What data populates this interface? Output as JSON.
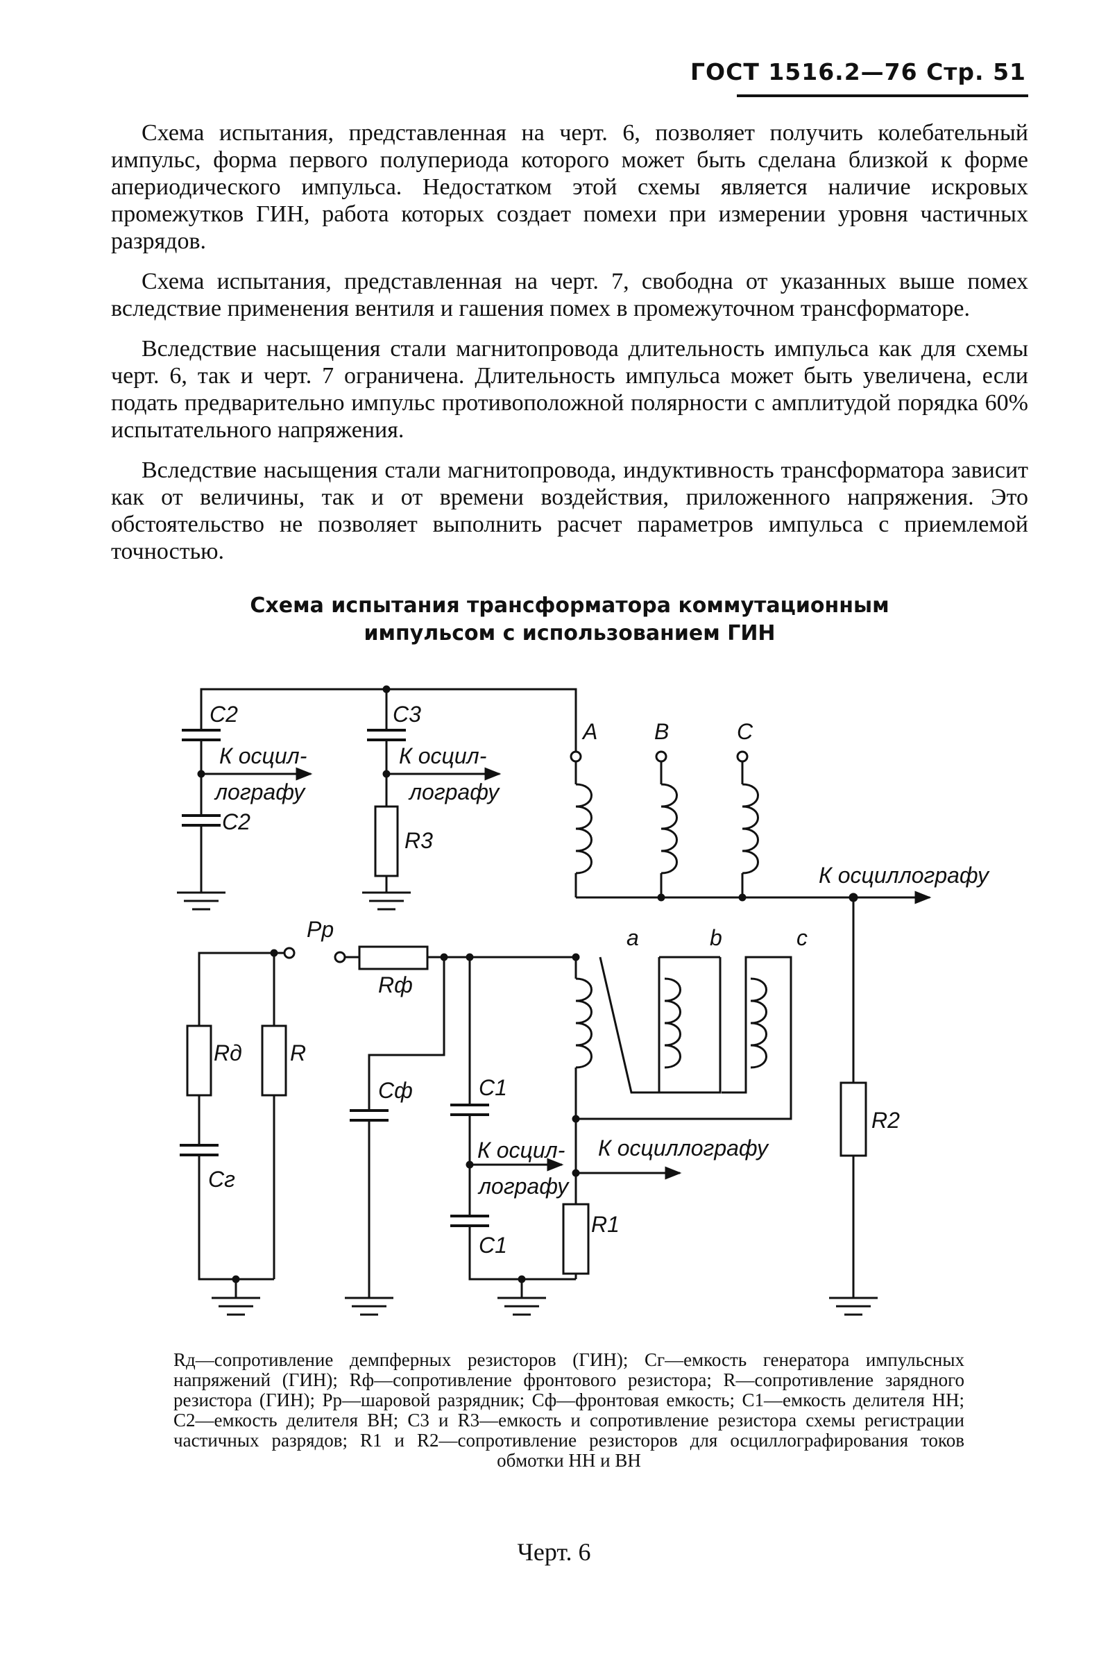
{
  "header": {
    "title": "ГОСТ 1516.2—76 Стр. 51"
  },
  "paragraphs": [
    "Схема испытания, представленная на черт. 6, позволяет получить колебательный импульс, форма первого полупериода которого может быть сделана близкой к форме апериодического импульса. Недостатком этой схемы является наличие искровых промежутков ГИН, работа которых создает помехи при измерении уровня частичных разрядов.",
    "Схема испытания, представленная на черт. 7, свободна от указанных выше помех вследствие применения вентиля и гашения помех в промежуточном трансформаторе.",
    "Вследствие насыщения стали магнитопровода длительность импульса как для схемы черт. 6, так и черт. 7 ограничена. Длительность импульса может быть увеличена, если подать предварительно импульс противоположной полярности с амплитудой порядка 60% испытательного напряжения.",
    "Вследствие насыщения стали магнитопровода, индуктивность трансформатора зависит как от величины, так и от времени воздействия, приложенного напряжения. Это обстоятельство не позволяет выполнить расчет параметров импульса с приемлемой точностью."
  ],
  "figure": {
    "title_line1": "Схема испытания трансформатора коммутационным",
    "title_line2": "импульсом с использованием ГИН",
    "labels": {
      "c2_top": "C2",
      "c2_bottom": "C2",
      "c3": "C3",
      "r3": "R3",
      "to_osc_1a": "К осцил-",
      "to_osc_1b": "лографу",
      "to_osc_2a": "К осцил-",
      "to_osc_2b": "лографу",
      "phase_A": "A",
      "phase_B": "B",
      "phase_C": "C",
      "to_osc_hv": "К осциллографу",
      "pp": "Pр",
      "rf": "Rф",
      "rd": "Rд",
      "r": "R",
      "cg": "Cг",
      "cf": "Cф",
      "c1_top": "C1",
      "c1_bottom": "C1",
      "to_osc_3a": "К осцил-",
      "to_osc_3b": "лографу",
      "to_osc_lv": "К осциллографу",
      "r1": "R1",
      "r2": "R2",
      "phase_a": "a",
      "phase_b": "b",
      "phase_c": "c"
    },
    "caption": "Rд—сопротивление демпферных резисторов (ГИН); Cг—емкость генератора импульсных напряжений (ГИН); Rф—сопротивление фронтового резистора; R—сопротивление зарядного резистора (ГИН); Pр—шаровой разрядник; Cф—фронтовая емкость; C1—емкость делителя НН; C2—емкость делителя ВН; C3 и R3—емкость и сопротивление резистора схемы регистрации частичных разрядов; R1 и R2—сопротивление резисторов для осциллографирования токов обмотки НН и ВН",
    "label": "Черт. 6"
  }
}
